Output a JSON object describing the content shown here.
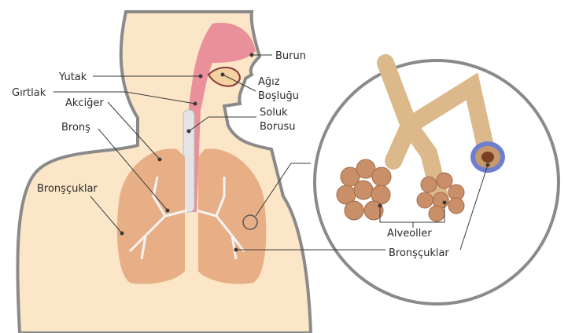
{
  "labels": {
    "nose": "Burun",
    "pharynx": "Yutak",
    "oral_cavity_1": "Ağız",
    "oral_cavity_2": "Boşluğu",
    "larynx": "Gırtlak",
    "lung": "Akciğer",
    "trachea_1": "Soluk",
    "trachea_2": "Borusu",
    "bronchus": "Bronş",
    "bronchioles_left": "Bronşçuklar",
    "alveoli": "Alveoller",
    "bronchioles_right": "Bronşçuklar"
  },
  "colors": {
    "skin": "#fbe6c8",
    "outline": "#8a8a8a",
    "airway": "#e9909a",
    "lung": "#e6a97f",
    "bronchus_tube": "#dcb98a",
    "ring": "#6f7fd0"
  }
}
